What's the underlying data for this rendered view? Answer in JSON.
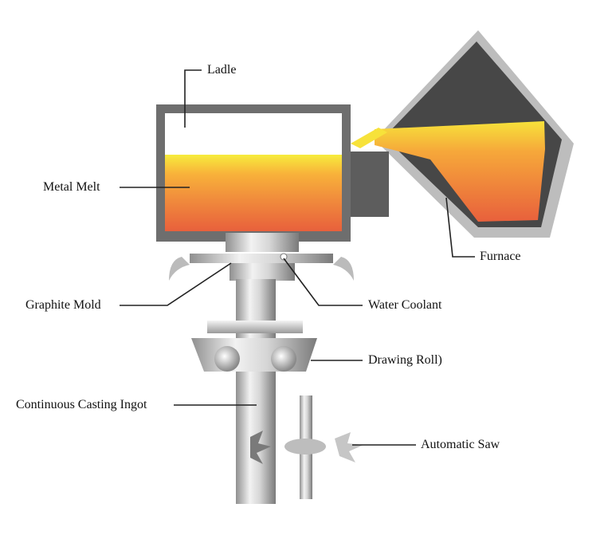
{
  "labels": {
    "ladle": "Ladle",
    "metal_melt": "Metal Melt",
    "furnace": "Furnace",
    "graphite_mold": "Graphite Mold",
    "water_coolant": "Water Coolant",
    "drawing_roll": "Drawing Roll)",
    "ingot": "Continuous Casting Ingot",
    "saw": "Automatic Saw"
  },
  "colors": {
    "melt_top": "#f5e13a",
    "melt_mid": "#f59a3a",
    "melt_bottom": "#e8603a",
    "vessel_gray": "#6e6e6e",
    "furnace_dark": "#4a4a4a",
    "steel_light": "#e8e8e8",
    "steel_dark": "#8a8a8a",
    "leader": "#222222"
  }
}
